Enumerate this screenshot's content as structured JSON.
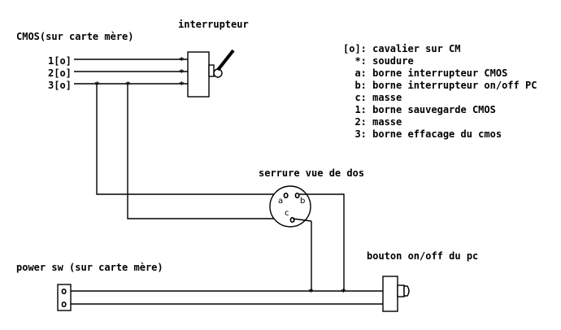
{
  "labels": {
    "switch": "interrupteur",
    "cmos": "CMOS(sur carte mère)",
    "pin1": "1[o]",
    "pin2": "2[o]",
    "pin3": "3[o]",
    "lock": "serrure vue de dos",
    "power": "power sw (sur carte mère)",
    "button": "bouton on/off du pc",
    "lock_a": "a",
    "lock_b": "b",
    "lock_c": "c",
    "pw_o1": "o",
    "pw_o2": "o",
    "lock_o1": "o",
    "lock_o2": "o",
    "lock_o3": "o"
  },
  "legend": [
    "[o]: cavalier sur CM",
    "  *: soudure",
    "  a: borne interrupteur CMOS",
    "  b: borne interrupteur on/off PC",
    "  c: masse",
    "  1: borne sauvegarde CMOS",
    "  2: masse",
    "  3: borne effacage du cmos"
  ],
  "solder_mark": "*"
}
